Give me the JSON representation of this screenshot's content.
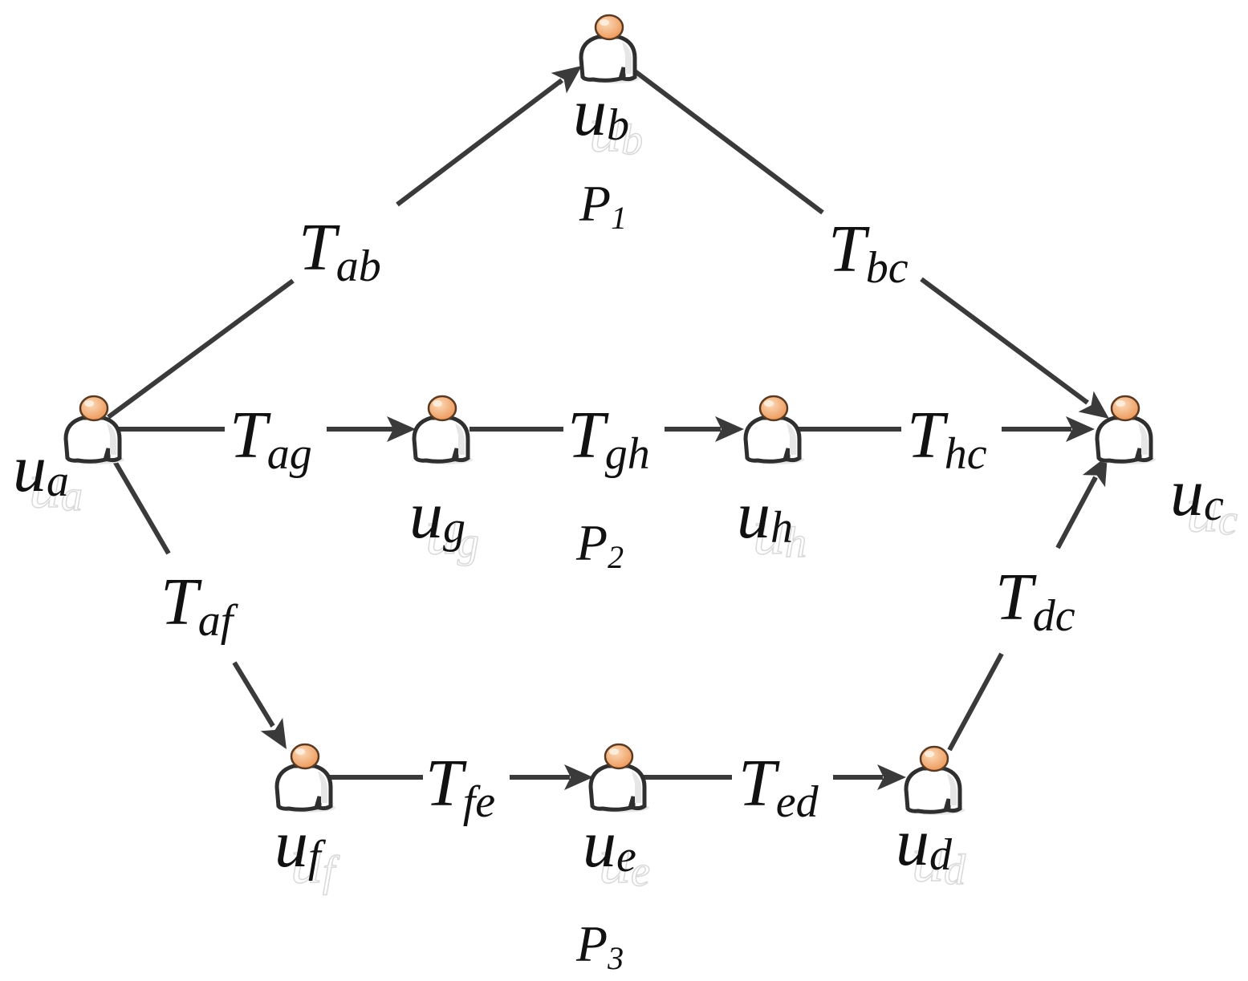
{
  "nodes": [
    {
      "id": "a",
      "base": "u",
      "sub": "a"
    },
    {
      "id": "b",
      "base": "u",
      "sub": "b"
    },
    {
      "id": "c",
      "base": "u",
      "sub": "c"
    },
    {
      "id": "d",
      "base": "u",
      "sub": "d"
    },
    {
      "id": "e",
      "base": "u",
      "sub": "e"
    },
    {
      "id": "f",
      "base": "u",
      "sub": "f"
    },
    {
      "id": "g",
      "base": "u",
      "sub": "g"
    },
    {
      "id": "h",
      "base": "u",
      "sub": "h"
    }
  ],
  "edges": [
    {
      "from": "a",
      "to": "b",
      "base": "T",
      "sub": "ab"
    },
    {
      "from": "b",
      "to": "c",
      "base": "T",
      "sub": "bc"
    },
    {
      "from": "a",
      "to": "g",
      "base": "T",
      "sub": "ag"
    },
    {
      "from": "g",
      "to": "h",
      "base": "T",
      "sub": "gh"
    },
    {
      "from": "h",
      "to": "c",
      "base": "T",
      "sub": "hc"
    },
    {
      "from": "a",
      "to": "f",
      "base": "T",
      "sub": "af"
    },
    {
      "from": "f",
      "to": "e",
      "base": "T",
      "sub": "fe"
    },
    {
      "from": "e",
      "to": "d",
      "base": "T",
      "sub": "ed"
    },
    {
      "from": "d",
      "to": "c",
      "base": "T",
      "sub": "dc"
    }
  ],
  "paths": [
    {
      "base": "P",
      "sub": "1"
    },
    {
      "base": "P",
      "sub": "2"
    },
    {
      "base": "P",
      "sub": "3"
    }
  ],
  "colors": {
    "edge": "#3a3a3a",
    "head_light": "#fbd9b8",
    "head_dark": "#ee9a5c",
    "body": "#ffffff",
    "text": "#111111"
  },
  "icon": "user-icon"
}
